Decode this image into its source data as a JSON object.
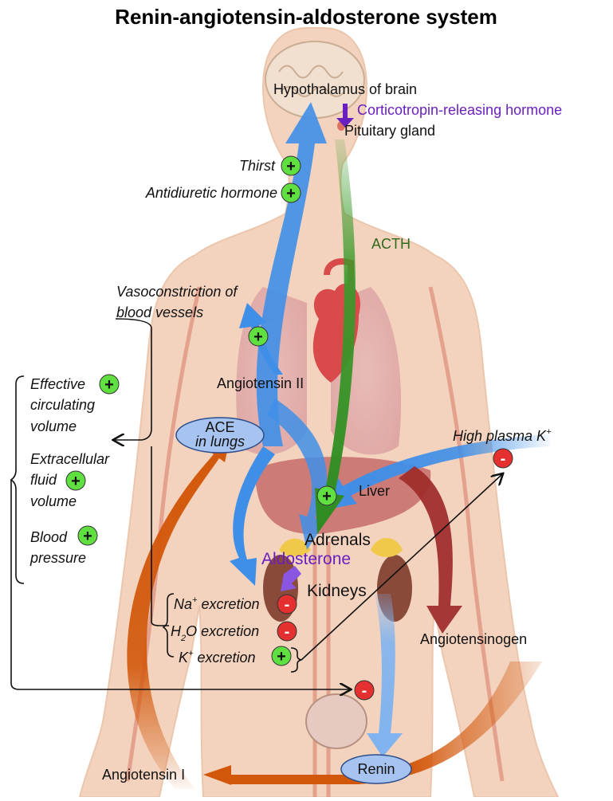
{
  "title": "Renin-angiotensin-aldosterone system",
  "labels": {
    "hypothalamus": "Hypothalamus of brain",
    "crh": "Corticotropin-releasing hormone",
    "pituitary": "Pituitary gland",
    "thirst": "Thirst",
    "adh": "Antidiuretic hormone",
    "acth": "ACTH",
    "vaso_line1": "Vasoconstriction of",
    "vaso_line2": "blood vessels",
    "ang2": "Angiotensin II",
    "ace_line1": "ACE",
    "ace_line2": "in lungs",
    "eff_line1": "Effective",
    "eff_line2": "circulating",
    "eff_line3": "volume",
    "ecf_line1": "Extracellular",
    "ecf_line2": "fluid",
    "ecf_line3": "volume",
    "bp_line1": "Blood",
    "bp_line2": "pressure",
    "high_k": "High plasma K",
    "high_k_sup": "+",
    "liver": "Liver",
    "adrenals": "Adrenals",
    "aldosterone": "Aldosterone",
    "kidneys": "Kidneys",
    "na_excretion": "Na",
    "na_sup": "+",
    "na_rest": " excretion",
    "h2o_pre": "H",
    "h2o_sub": "2",
    "h2o_rest": "O excretion",
    "k_excretion_pre": "K",
    "k_sup": "+",
    "k_rest": " excretion",
    "angiotensinogen": "Angiotensinogen",
    "renin": "Renin",
    "ang1": "Angiotensin I"
  },
  "signs": {
    "plus": "+",
    "minus": "-"
  },
  "colors": {
    "blue_arrow": "#3f8fe8",
    "green_arrow": "#3a9a2a",
    "orange_arrow": "#d2570a",
    "darkred_arrow": "#9e2a2a",
    "purple": "#6a1fc0",
    "plus_badge": "#5fe040",
    "minus_badge": "#e53030",
    "body": "#f3d3bd",
    "ellipse": "#a7c3ef"
  }
}
